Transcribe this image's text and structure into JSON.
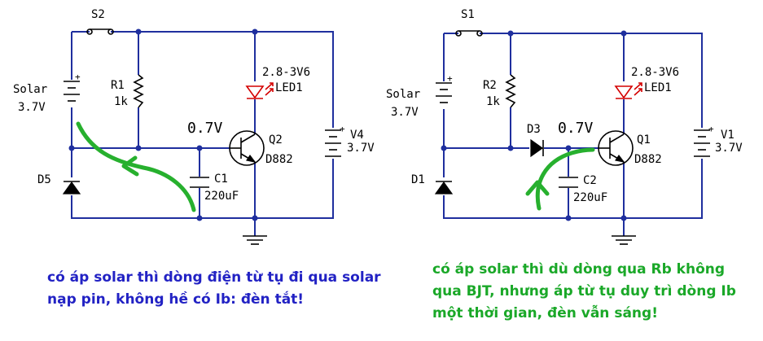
{
  "left_circuit": {
    "switch_label": "S2",
    "solar_label": "Solar",
    "solar_voltage": "3.7V",
    "resistor_label": "R1",
    "resistor_value": "1k",
    "base_voltage": "0.7V",
    "led_voltage": "2.8-3V6",
    "led_label": "LED1",
    "transistor_label": "Q2",
    "transistor_model": "D882",
    "battery_label": "V4",
    "battery_voltage": "3.7V",
    "diode_label": "D5",
    "capacitor_label": "C1",
    "capacitor_value": "220uF",
    "plus_sign": "+"
  },
  "right_circuit": {
    "switch_label": "S1",
    "solar_label": "Solar",
    "solar_voltage": "3.7V",
    "resistor_label": "R2",
    "resistor_value": "1k",
    "series_diode_label": "D3",
    "base_voltage": "0.7V",
    "led_voltage": "2.8-3V6",
    "led_label": "LED1",
    "transistor_label": "Q1",
    "transistor_model": "D882",
    "battery_label": "V1",
    "battery_voltage": "3.7V",
    "diode_label": "D1",
    "capacitor_label": "C2",
    "capacitor_value": "220uF",
    "plus_sign": "+"
  },
  "captions": {
    "left": "có áp solar thì dòng điện từ tụ đi qua solar nạp pin, không hề có Ib: đèn tắt!",
    "right": "có áp solar thì dù dòng qua Rb không qua BJT, nhưng áp từ tụ duy trì dòng Ib một thời gian, đèn vẫn sáng!"
  },
  "colors": {
    "wire": "#1f2f9e",
    "led": "#d40000",
    "current_arrow": "#27b02e",
    "left_caption": "#2222c4",
    "right_caption": "#1aa828"
  }
}
